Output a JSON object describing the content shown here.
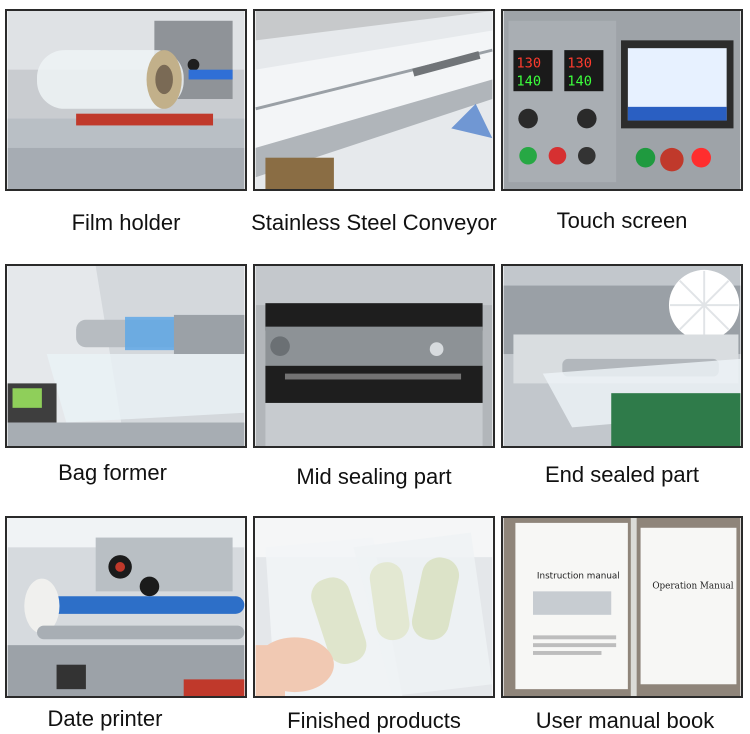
{
  "panels": [
    {
      "caption": "Film holder"
    },
    {
      "caption": "Stainless Steel Conveyor"
    },
    {
      "caption": "Touch screen"
    },
    {
      "caption": "Bag former"
    },
    {
      "caption": "Mid sealing part"
    },
    {
      "caption": "End sealed part"
    },
    {
      "caption": "Date printer"
    },
    {
      "caption": "Finished products"
    },
    {
      "caption": "User manual book"
    }
  ],
  "touch_screen": {
    "display_left": "130",
    "display_left_2": "140",
    "display_right": "130",
    "display_right_2": "140"
  },
  "manual": {
    "left_title": "Instruction manual",
    "right_title": "Operation Manual"
  }
}
